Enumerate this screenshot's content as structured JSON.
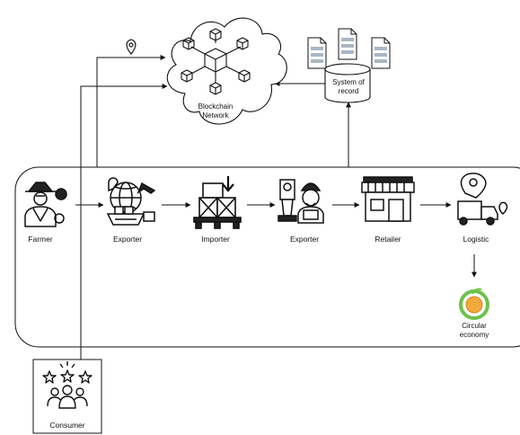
{
  "network": {
    "label": "Blockchain Network"
  },
  "record": {
    "label": "System of record"
  },
  "chain": {
    "stages": [
      {
        "label": "Farmer",
        "icon": "farmer-icon"
      },
      {
        "label": "Exporter",
        "icon": "globe-ship-plane-icon"
      },
      {
        "label": "Importer",
        "icon": "warehouse-crates-icon"
      },
      {
        "label": "Exporter",
        "icon": "coffee-machine-worker-icon"
      },
      {
        "label": "Retailer",
        "icon": "store-icon"
      },
      {
        "label": "Logistic",
        "icon": "delivery-truck-icon"
      }
    ]
  },
  "circular": {
    "label": "Circular economy",
    "icon": "recycle-coin-icon"
  },
  "consumer": {
    "label": "Consumer",
    "icon": "people-rating-stars-icon"
  },
  "location": {
    "icon": "location-pin-icon"
  },
  "colors": {
    "line": "#111111",
    "coin": "#f2a93b",
    "ring": "#6cc24a"
  }
}
